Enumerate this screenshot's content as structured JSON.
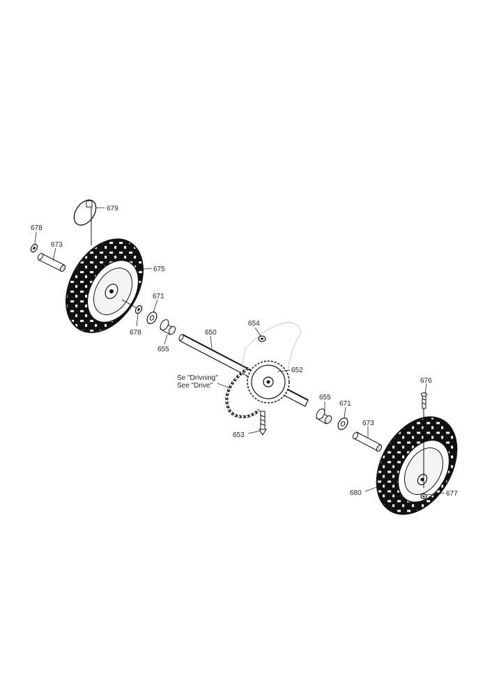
{
  "labels": {
    "p679": "679",
    "p678a": "678",
    "p673a": "673",
    "p675": "675",
    "p671a": "671",
    "p678b": "678",
    "p655a": "655",
    "p650": "650",
    "p654": "654",
    "p652": "652",
    "see_sv": "Se \"Drivning\"",
    "see_en": "See \"Drive\"",
    "p653": "653",
    "p655b": "655",
    "p671b": "671",
    "p676": "676",
    "p673b": "673",
    "p680": "680",
    "p677": "677"
  }
}
